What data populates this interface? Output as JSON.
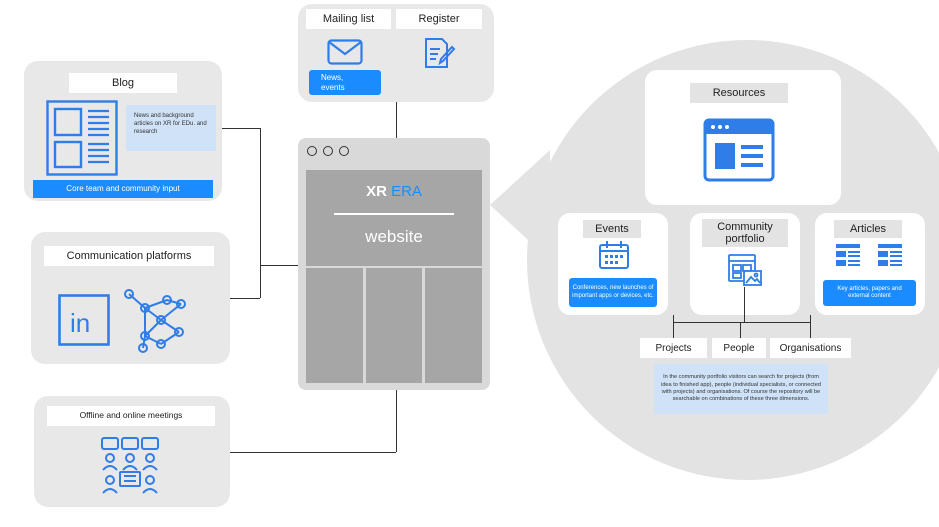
{
  "mailing": {
    "mailing_label": "Mailing list",
    "register_label": "Register",
    "news_tag": "News,\nevents"
  },
  "blog": {
    "title": "Blog",
    "description": "News and background articles on XR for EDu. and research",
    "footer": "Core team and community input"
  },
  "communication": {
    "title": "Communication platforms"
  },
  "meetings": {
    "title": "Offline and online meetings"
  },
  "website": {
    "brand_xr": "XR",
    "brand_era": "ERA",
    "caption": "website"
  },
  "portal": {
    "resources": "Resources",
    "events": {
      "title": "Events",
      "tag": "Conferences, new launches of important apps or devices, etc."
    },
    "community": {
      "title": "Community portfolio"
    },
    "articles": {
      "title": "Articles",
      "tag": "Key articles, papers and external content"
    },
    "dimensions": [
      "Projects",
      "People",
      "Organisations"
    ],
    "dimensions_note": "In the community portfolio visitors can search for projects (from idea to finished app), people (individual specialists, or connected with projects) and organisations. Of course the repository will be searchable on combinations of these three dimensions."
  },
  "colors": {
    "accent": "#1a8cff",
    "icon_blue": "#2f7de8",
    "card_bg": "#e8e8e8",
    "big_circle": "#e3e3e3",
    "light_tag": "#cfe2f7"
  }
}
